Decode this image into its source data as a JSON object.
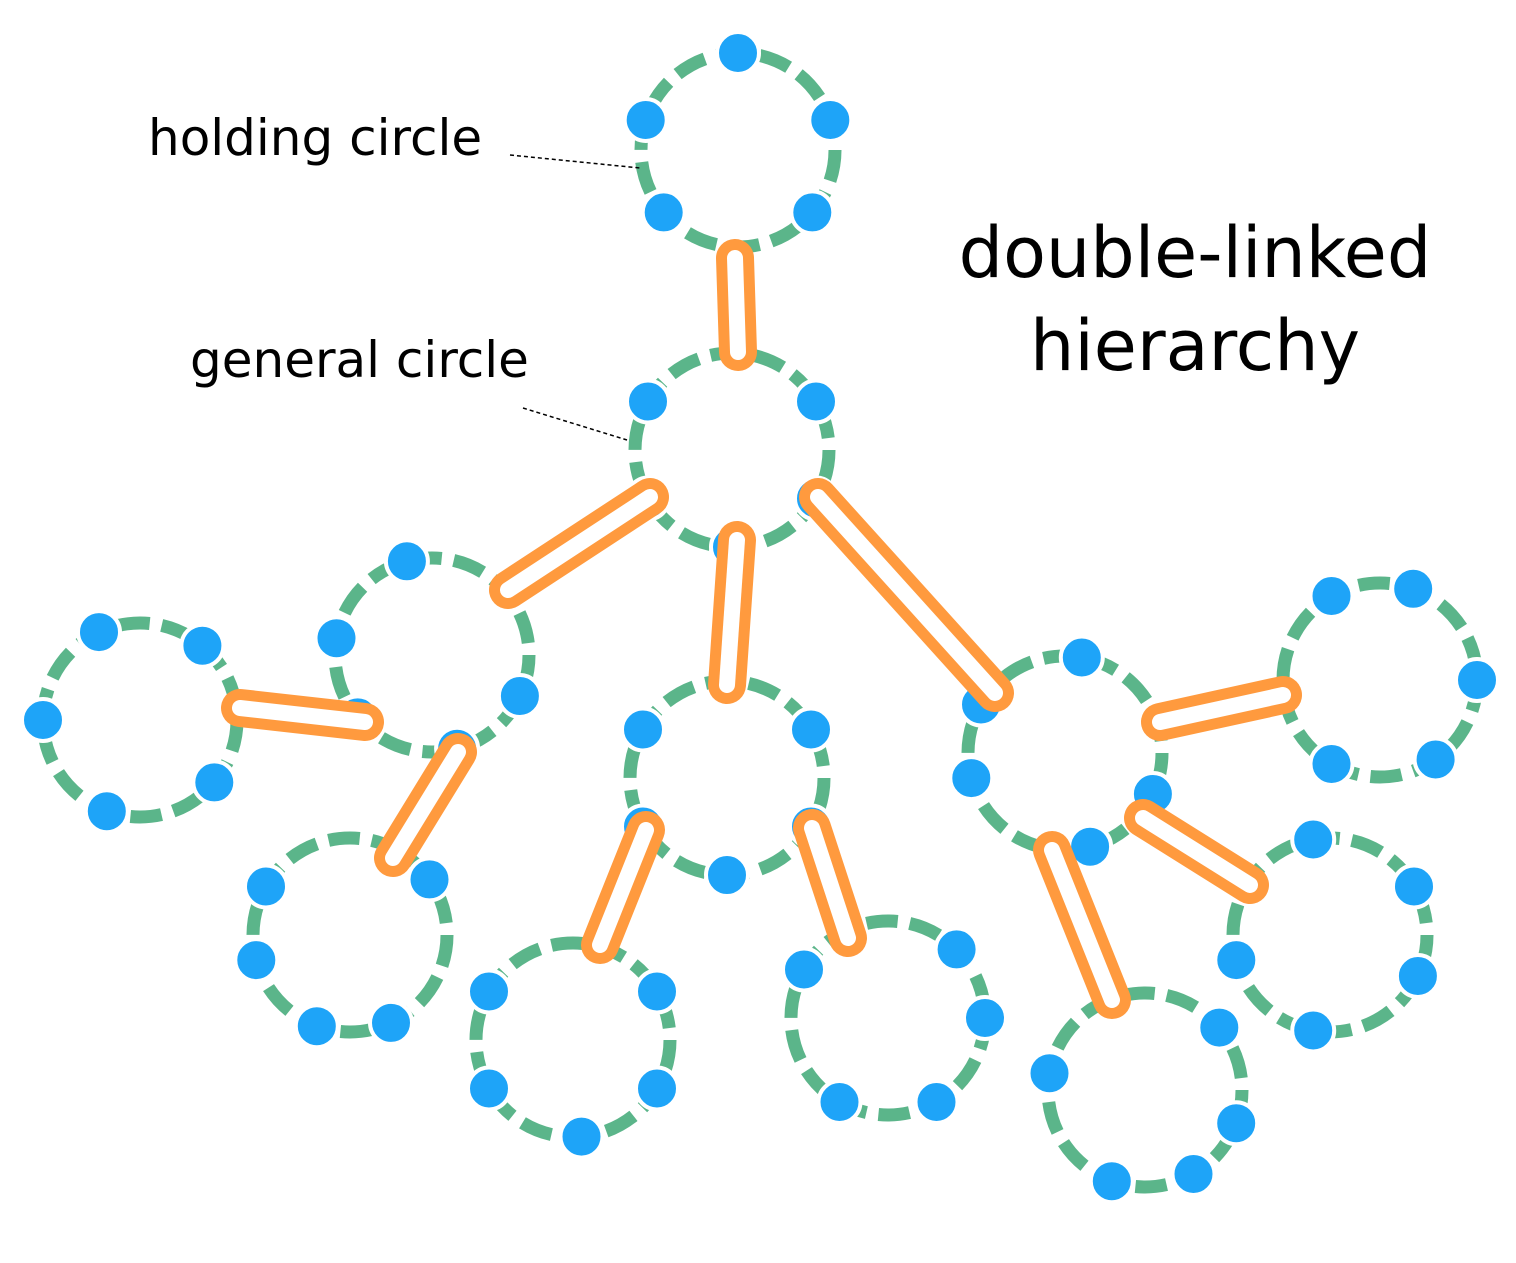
{
  "title": {
    "line1": "double-linked",
    "line2": "hierarchy"
  },
  "labels": {
    "holding": "holding circle",
    "general": "general circle"
  },
  "colors": {
    "ring": "#5bb58a",
    "node": "#1ea4f8",
    "link": "#ff9a3e",
    "background": "#ffffff",
    "text": "#000000"
  },
  "structure": {
    "circles": [
      {
        "id": "holding",
        "role": "holding circle",
        "children": [
          "root"
        ]
      },
      {
        "id": "root",
        "role": "general circle",
        "children": [
          "left",
          "middle",
          "right"
        ]
      },
      {
        "id": "left",
        "children": [
          "far-left",
          "left-bottom"
        ]
      },
      {
        "id": "middle",
        "children": [
          "middle-left",
          "middle-right"
        ]
      },
      {
        "id": "right",
        "children": [
          "far-right",
          "right-lower",
          "right-bottom"
        ]
      },
      {
        "id": "far-left",
        "children": []
      },
      {
        "id": "left-bottom",
        "children": []
      },
      {
        "id": "middle-left",
        "children": []
      },
      {
        "id": "middle-right",
        "children": []
      },
      {
        "id": "far-right",
        "children": []
      },
      {
        "id": "right-lower",
        "children": []
      },
      {
        "id": "right-bottom",
        "children": []
      }
    ],
    "nodes_per_circle": 5
  }
}
